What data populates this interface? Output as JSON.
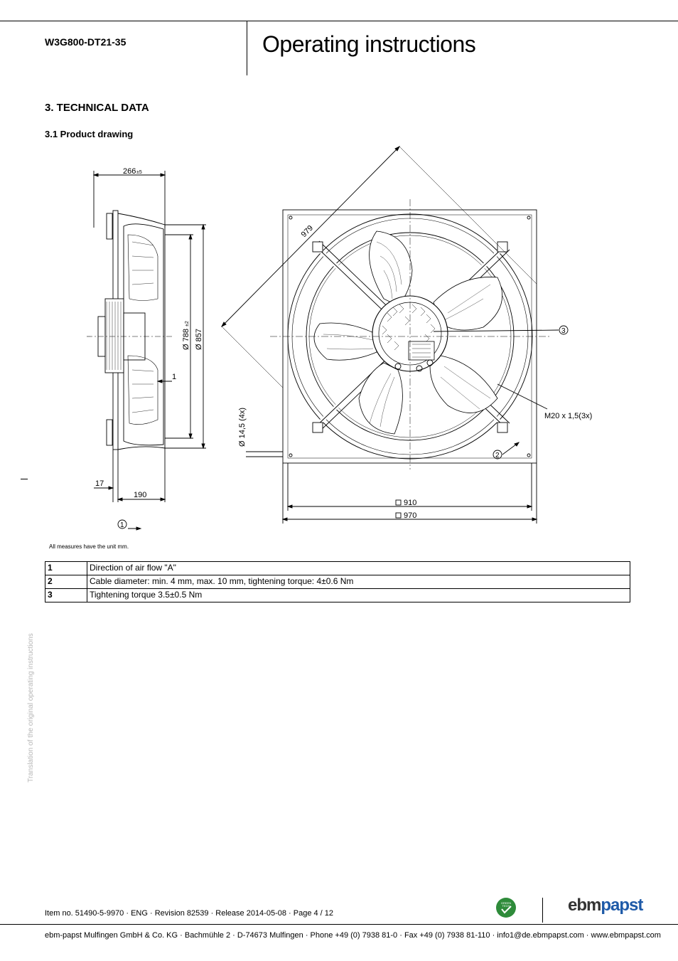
{
  "header": {
    "model": "W3G800-DT21-35",
    "title": "Operating instructions"
  },
  "section": {
    "heading": "3. TECHNICAL DATA",
    "subheading": "3.1 Product drawing"
  },
  "drawing": {
    "labels": {
      "depth": "266",
      "depth_tol": "±5",
      "dia_inner": "Ø 788",
      "dia_inner_tol": "±2",
      "dia_outer": "Ø 857",
      "marker_side": "1",
      "dim_17": "17",
      "dim_190": "190",
      "airflow_marker": "1",
      "diagonal": "979",
      "callout_3": "3",
      "callout_2": "2",
      "thread": "M20 x 1,5(3x)",
      "holes": "Ø 14,5 (4x)",
      "inner_square": "910",
      "outer_square": "970"
    }
  },
  "note": "All measures have the unit mm.",
  "legend": [
    {
      "num": "1",
      "text": "Direction of air flow \"A\""
    },
    {
      "num": "2",
      "text": "Cable diameter: min. 4 mm, max. 10 mm, tightening torque: 4±0.6 Nm"
    },
    {
      "num": "3",
      "text": "Tightening torque 3.5±0.5 Nm"
    }
  ],
  "side_text": "Translation of the original operating instructions",
  "footer": {
    "item": "Item no. 51490-5-9970 · ENG · Revision 82539 · Release 2014-05-08 · Page 4 / 12",
    "address": "ebm-papst Mulfingen GmbH & Co. KG · Bachmühle 2 · D-74673 Mulfingen · Phone +49 (0) 7938 81-0 · Fax +49 (0) 7938 81-110 · info1@de.ebmpapst.com · www.ebmpapst.com",
    "logo_part1": "ebm",
    "logo_part2": "papst",
    "badge_line1": "GREEN",
    "badge_line2": "TECH"
  },
  "colors": {
    "brand_blue": "#1e5aa8",
    "green_badge": "#2e8b3a"
  }
}
